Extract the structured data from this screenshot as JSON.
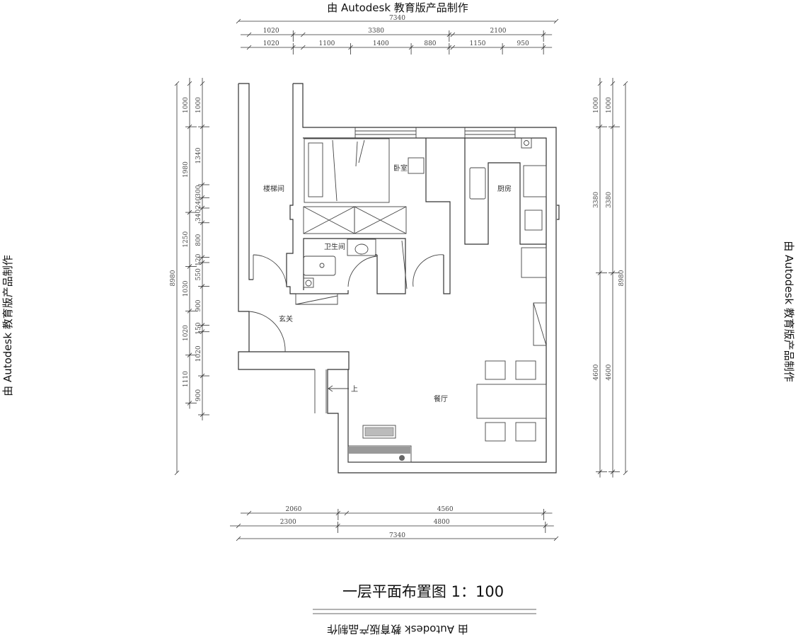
{
  "watermark": "由 Autodesk 教育版产品制作",
  "watermark_bold": "Autodesk",
  "title": "一层平面布置图 1：100",
  "rooms": {
    "stairwell": "楼梯间",
    "bedroom": "卧室",
    "bathroom": "卫生间",
    "kitchen": "厨房",
    "entrance": "玄关",
    "dining": "餐厅",
    "up": "上"
  },
  "dimensions": {
    "top": {
      "total": "7340",
      "row1": [
        "1020",
        "3380",
        "2100"
      ],
      "row2": [
        "1020",
        "1100",
        "1400",
        "880",
        "1150",
        "950"
      ]
    },
    "left": {
      "total": "8980",
      "col1": [
        "1000",
        "1980",
        "1250",
        "1030",
        "1020",
        "1110"
      ],
      "col2": [
        "1000",
        "1340",
        "300",
        "240",
        "340",
        "800",
        "120",
        "550",
        "900",
        "150",
        "1020",
        "900"
      ]
    },
    "right": {
      "total": "8980",
      "col1": [
        "1000",
        "3380",
        "4600"
      ],
      "col2": [
        "1000",
        "3380",
        "4600"
      ]
    },
    "bottom": {
      "row1": [
        "2060",
        "4560"
      ],
      "row2": [
        "2300",
        "4800"
      ],
      "total": "7340"
    }
  }
}
